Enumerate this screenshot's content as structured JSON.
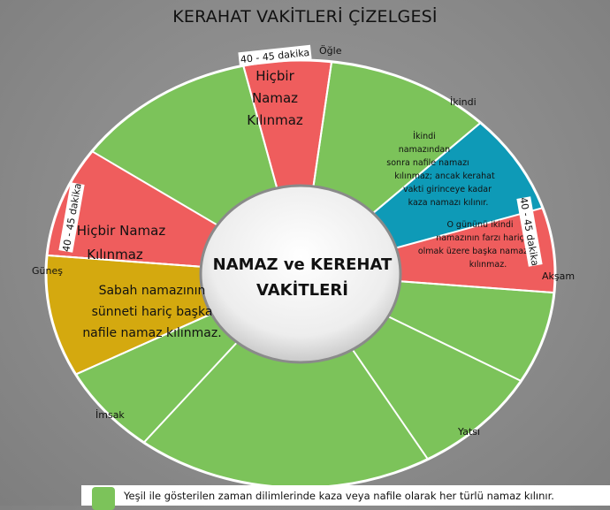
{
  "title": "KERAHAT VAKİTLERİ ÇİZELGESİ",
  "center": {
    "line1": "NAMAZ ve KEREHAT",
    "line2": "VAKİTLERİ"
  },
  "times": {
    "ogle": "Öğle",
    "ikindi": "İkindi",
    "aksam": "Akşam",
    "yatsi": "Yatsı",
    "imsak": "İmsak",
    "gunes": "Güneş"
  },
  "durations": {
    "top": "40 - 45 dakika",
    "left": "40 - 45 dakika",
    "right": "40 - 45 dakika"
  },
  "segments": {
    "ogle_red": [
      "Hiçbir",
      "Namaz",
      "Kılınmaz"
    ],
    "gunes_red": [
      "Hiçbir Namaz",
      "Kılınmaz"
    ],
    "sabah_yellow": [
      "Sabah namazının",
      "sünneti hariç başka",
      "nafile namaz kılınmaz."
    ],
    "ikindi_blue": [
      "İkindi",
      "namazından",
      "sonra nafile namazı",
      "kılınmaz; ancak kerahat",
      "vakti girinceye kadar",
      "kaza namazı kılınır."
    ],
    "aksam_red": [
      "O gününü ikindi",
      "namazının farzı hariç",
      "olmak üzere başka namaz",
      "kılınmaz."
    ]
  },
  "legend": "Yeşil ile gösterilen zaman dilimlerinde kaza veya nafile olarak her türlü namaz kılınır.",
  "colors": {
    "green": "#7cc35a",
    "red": "#ef5d5d",
    "blue": "#0e9ab7",
    "yellow": "#d4a90f",
    "center": "#f2f2f2"
  }
}
